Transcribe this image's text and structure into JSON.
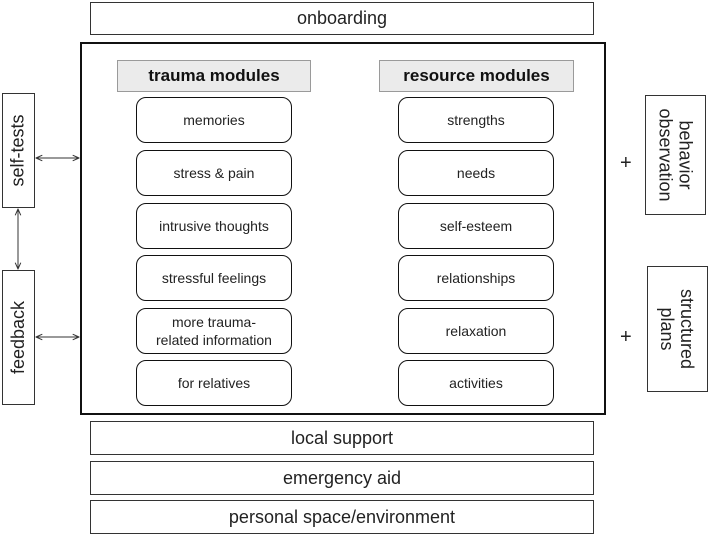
{
  "onboarding": "onboarding",
  "columns": {
    "trauma": {
      "title": "trauma modules",
      "items": [
        "memories",
        "stress & pain",
        "intrusive thoughts",
        "stressful feelings",
        "more trauma-\nrelated information",
        "for relatives"
      ]
    },
    "resource": {
      "title": "resource modules",
      "items": [
        "strengths",
        "needs",
        "self-esteem",
        "relationships",
        "relaxation",
        "activities"
      ]
    }
  },
  "side": {
    "self_tests": "self-tests",
    "feedback": "feedback"
  },
  "right": {
    "behavior": "behavior observation",
    "behavior_lines": [
      "behavior",
      "observation"
    ],
    "plans": "structured plans",
    "plans_lines": [
      "structured",
      "plans"
    ],
    "plus": "+"
  },
  "bottom": {
    "local_support": "local support",
    "emergency_aid": "emergency aid",
    "personal_space": "personal space/environment"
  }
}
